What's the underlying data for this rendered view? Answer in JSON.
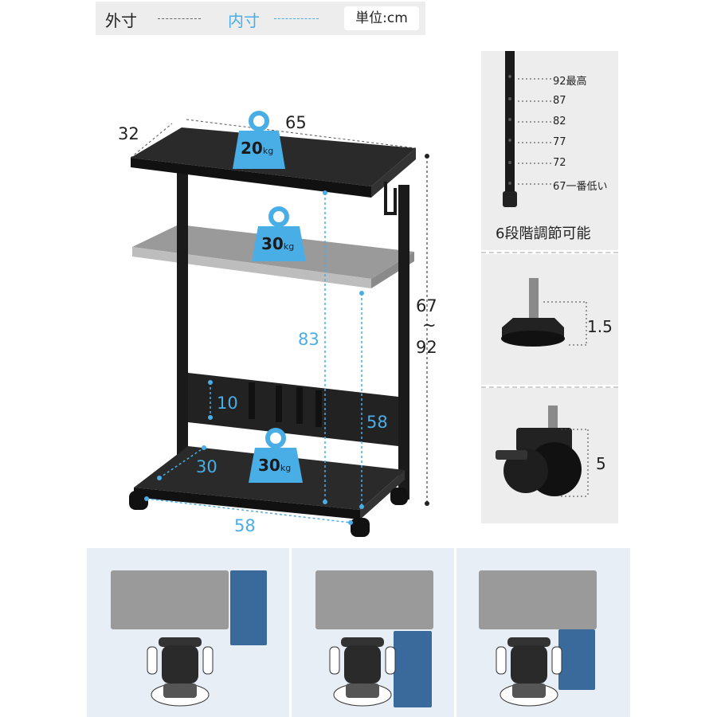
{
  "legend": {
    "outer": "外寸",
    "inner": "内寸",
    "unit": "単位:cm"
  },
  "product": {
    "outer_width": "65",
    "outer_depth": "32",
    "height_range": {
      "min": "67",
      "tilde": "~",
      "max": "92"
    },
    "inner_height": "83",
    "inner_shelf_height": "58",
    "hook_bar_height": "10",
    "bottom_depth": "30",
    "bottom_width": "58",
    "load_top": {
      "value": "20",
      "unit": "kg"
    },
    "load_middle": {
      "value": "30",
      "unit": "kg"
    },
    "load_bottom": {
      "value": "30",
      "unit": "kg"
    }
  },
  "height_adjust": {
    "levels": [
      "92最高",
      "87",
      "82",
      "77",
      "72",
      "67一番低い"
    ],
    "caption": "6段階調節可能"
  },
  "leveling_foot": {
    "height": "1.5"
  },
  "caster": {
    "height": "5"
  },
  "colors": {
    "accent_blue": "#4aaee6",
    "cart_blue": "#3a6a9b",
    "panel_bg": "#ededed",
    "scene_bg": "#e8eef6"
  }
}
